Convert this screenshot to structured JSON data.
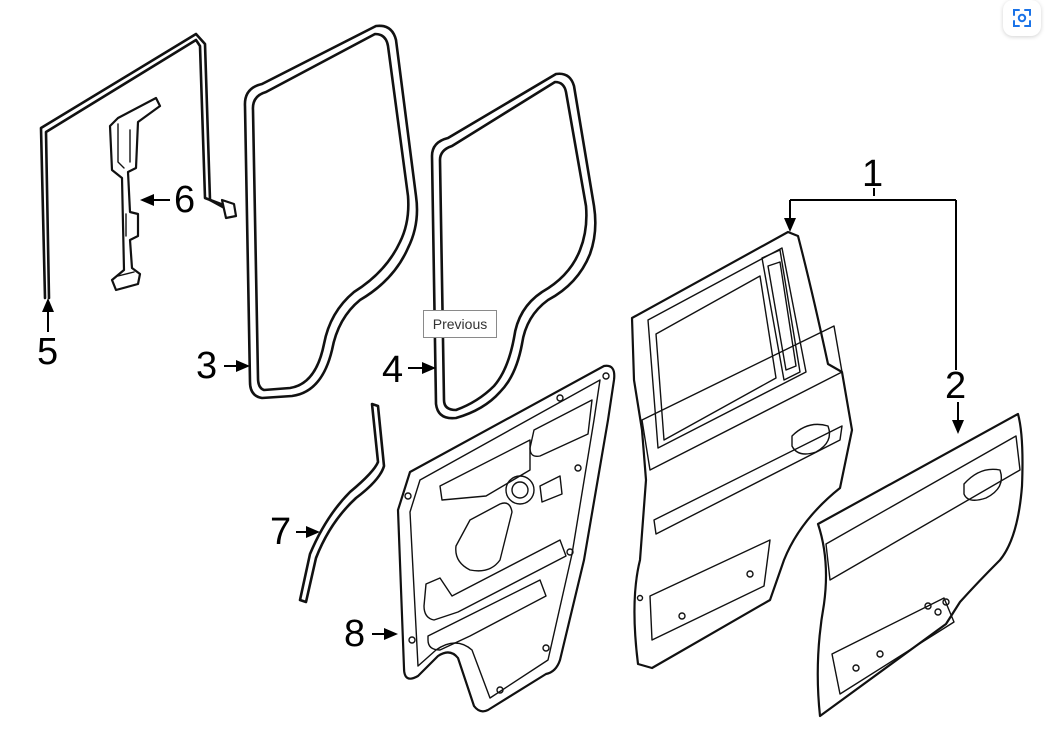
{
  "diagram": {
    "callouts": [
      "1",
      "2",
      "3",
      "4",
      "5",
      "6",
      "7",
      "8"
    ]
  },
  "tooltip": {
    "label": "Previous"
  },
  "toolbar": {
    "lens_icon": "visual-search-icon"
  },
  "colors": {
    "line": "#111111",
    "background": "#ffffff",
    "lens_accent": "#1a73e8"
  }
}
